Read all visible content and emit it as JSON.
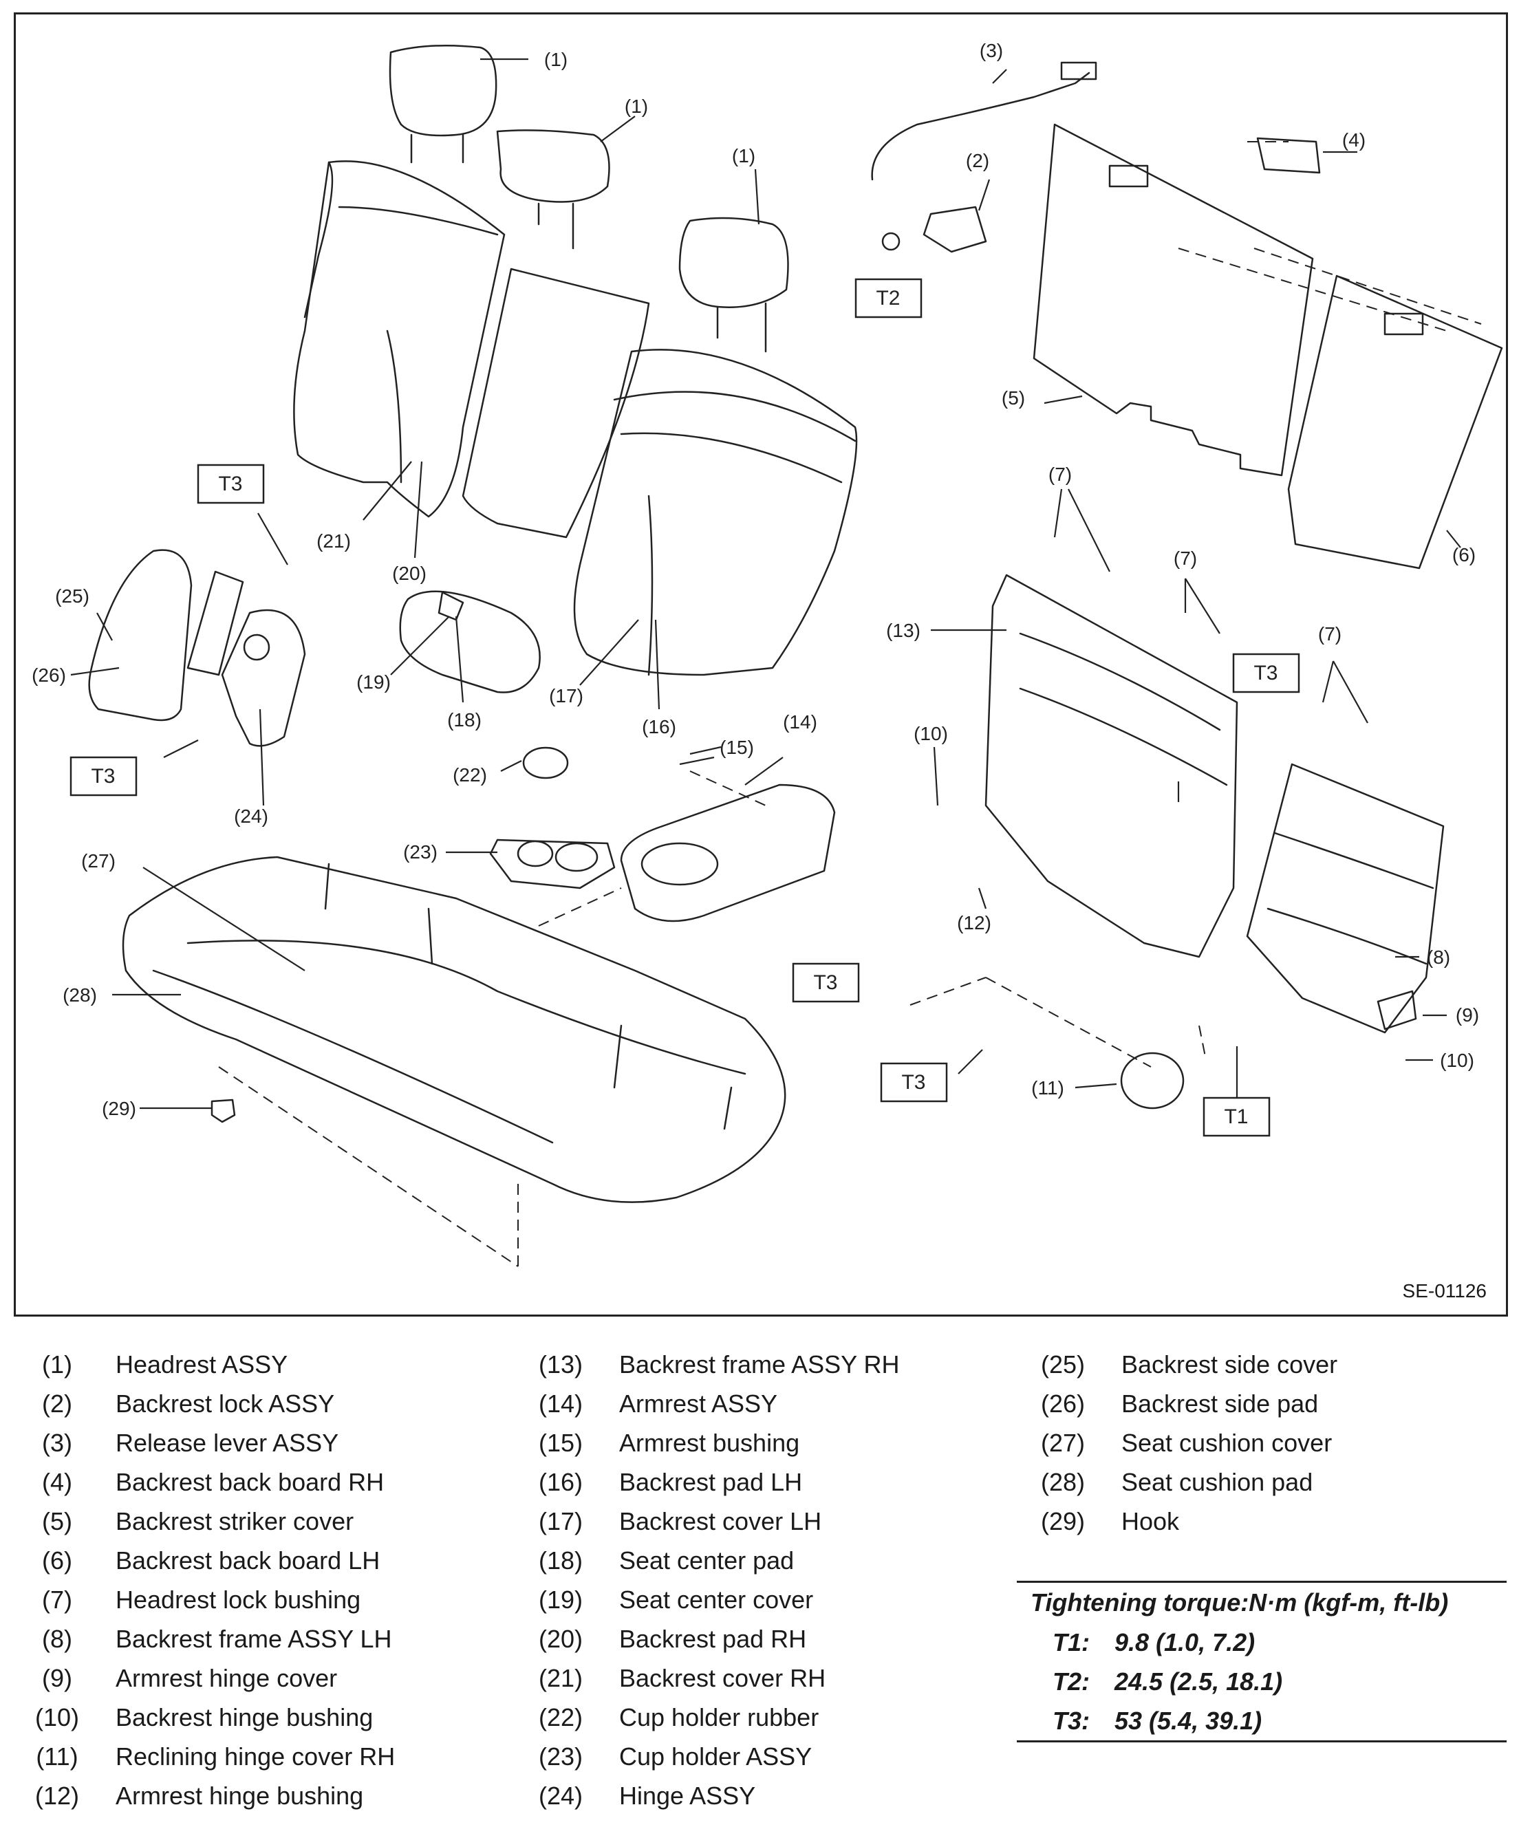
{
  "figure_code": "SE-01126",
  "callouts": [
    {
      "id": "c1a",
      "text": "(1)"
    },
    {
      "id": "c1b",
      "text": "(1)"
    },
    {
      "id": "c1c",
      "text": "(1)"
    },
    {
      "id": "c2",
      "text": "(2)"
    },
    {
      "id": "c3",
      "text": "(3)"
    },
    {
      "id": "c4",
      "text": "(4)"
    },
    {
      "id": "c5",
      "text": "(5)"
    },
    {
      "id": "c6",
      "text": "(6)"
    },
    {
      "id": "c7a",
      "text": "(7)"
    },
    {
      "id": "c7b",
      "text": "(7)"
    },
    {
      "id": "c7c",
      "text": "(7)"
    },
    {
      "id": "c8",
      "text": "(8)"
    },
    {
      "id": "c9",
      "text": "(9)"
    },
    {
      "id": "c10a",
      "text": "(10)"
    },
    {
      "id": "c10b",
      "text": "(10)"
    },
    {
      "id": "c11",
      "text": "(11)"
    },
    {
      "id": "c12",
      "text": "(12)"
    },
    {
      "id": "c13",
      "text": "(13)"
    },
    {
      "id": "c14",
      "text": "(14)"
    },
    {
      "id": "c15",
      "text": "(15)"
    },
    {
      "id": "c16",
      "text": "(16)"
    },
    {
      "id": "c17",
      "text": "(17)"
    },
    {
      "id": "c18",
      "text": "(18)"
    },
    {
      "id": "c19",
      "text": "(19)"
    },
    {
      "id": "c20",
      "text": "(20)"
    },
    {
      "id": "c21",
      "text": "(21)"
    },
    {
      "id": "c22",
      "text": "(22)"
    },
    {
      "id": "c23",
      "text": "(23)"
    },
    {
      "id": "c24",
      "text": "(24)"
    },
    {
      "id": "c25",
      "text": "(25)"
    },
    {
      "id": "c26",
      "text": "(26)"
    },
    {
      "id": "c27",
      "text": "(27)"
    },
    {
      "id": "c28",
      "text": "(28)"
    },
    {
      "id": "c29",
      "text": "(29)"
    }
  ],
  "torque_boxes": [
    {
      "id": "t2",
      "text": "T2"
    },
    {
      "id": "t3a",
      "text": "T3"
    },
    {
      "id": "t3b",
      "text": "T3"
    },
    {
      "id": "t3c",
      "text": "T3"
    },
    {
      "id": "t3d",
      "text": "T3"
    },
    {
      "id": "t3e",
      "text": "T3"
    },
    {
      "id": "t1",
      "text": "T1"
    }
  ],
  "legend": [
    [
      {
        "num": "(1)",
        "name": "Headrest ASSY"
      },
      {
        "num": "(2)",
        "name": "Backrest lock ASSY"
      },
      {
        "num": "(3)",
        "name": "Release lever ASSY"
      },
      {
        "num": "(4)",
        "name": "Backrest back board RH"
      },
      {
        "num": "(5)",
        "name": "Backrest striker cover"
      },
      {
        "num": "(6)",
        "name": "Backrest back board LH"
      },
      {
        "num": "(7)",
        "name": "Headrest lock bushing"
      },
      {
        "num": "(8)",
        "name": "Backrest frame ASSY LH"
      },
      {
        "num": "(9)",
        "name": "Armrest hinge cover"
      },
      {
        "num": "(10)",
        "name": "Backrest hinge bushing"
      },
      {
        "num": "(11)",
        "name": "Reclining hinge cover RH"
      },
      {
        "num": "(12)",
        "name": "Armrest hinge bushing"
      }
    ],
    [
      {
        "num": "(13)",
        "name": "Backrest frame ASSY RH"
      },
      {
        "num": "(14)",
        "name": "Armrest ASSY"
      },
      {
        "num": "(15)",
        "name": "Armrest bushing"
      },
      {
        "num": "(16)",
        "name": "Backrest pad LH"
      },
      {
        "num": "(17)",
        "name": "Backrest cover LH"
      },
      {
        "num": "(18)",
        "name": "Seat center pad"
      },
      {
        "num": "(19)",
        "name": "Seat center cover"
      },
      {
        "num": "(20)",
        "name": "Backrest pad RH"
      },
      {
        "num": "(21)",
        "name": "Backrest cover RH"
      },
      {
        "num": "(22)",
        "name": "Cup holder rubber"
      },
      {
        "num": "(23)",
        "name": "Cup holder ASSY"
      },
      {
        "num": "(24)",
        "name": "Hinge ASSY"
      }
    ],
    [
      {
        "num": "(25)",
        "name": "Backrest side cover"
      },
      {
        "num": "(26)",
        "name": "Backrest side pad"
      },
      {
        "num": "(27)",
        "name": "Seat cushion cover"
      },
      {
        "num": "(28)",
        "name": "Seat cushion pad"
      },
      {
        "num": "(29)",
        "name": "Hook"
      }
    ]
  ],
  "torque": {
    "title": "Tightening torque:N·m (kgf-m, ft-lb)",
    "rows": [
      {
        "key": "T1:",
        "value": "9.8 (1.0, 7.2)"
      },
      {
        "key": "T2:",
        "value": "24.5 (2.5, 18.1)"
      },
      {
        "key": "T3:",
        "value": "53 (5.4, 39.1)"
      }
    ]
  }
}
